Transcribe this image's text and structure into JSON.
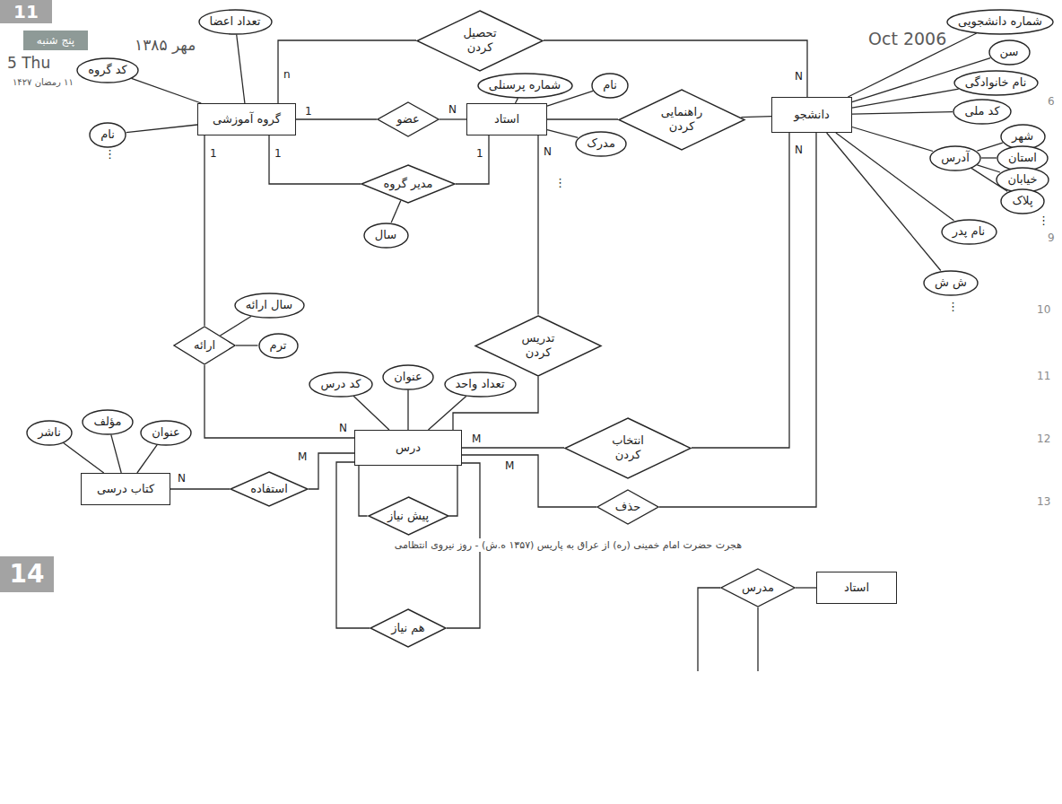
{
  "diagram": {
    "nodes": [
      {
        "text": [
          "گروه آموزشی"
        ]
      },
      {
        "text": [
          "تعداد اعضا"
        ]
      },
      {
        "text": [
          "کد گروه"
        ]
      },
      {
        "text": [
          "نام"
        ]
      },
      {
        "text": [
          "تحصیل کردن"
        ]
      },
      {
        "text": [
          "عضو"
        ]
      },
      {
        "text": [
          "استاد"
        ]
      },
      {
        "text": [
          "شماره پرسنلی"
        ]
      },
      {
        "text": [
          "نام"
        ]
      },
      {
        "text": [
          "مدرک"
        ]
      },
      {
        "text": [
          "راهنمایی کردن"
        ]
      },
      {
        "text": [
          "دانشجو"
        ]
      },
      {
        "text": [
          "شماره دانشجویی"
        ]
      },
      {
        "text": [
          "سن"
        ]
      },
      {
        "text": [
          "نام خانوادگی"
        ]
      },
      {
        "text": [
          "کد ملی"
        ]
      },
      {
        "text": [
          "آدرس"
        ]
      },
      {
        "text": [
          "شهر"
        ]
      },
      {
        "text": [
          "استان"
        ]
      },
      {
        "text": [
          "خیابان"
        ]
      },
      {
        "text": [
          "پلاک"
        ]
      },
      {
        "text": [
          "نام پدر"
        ]
      },
      {
        "text": [
          "ش ش"
        ]
      },
      {
        "text": [
          "مدیر گروه"
        ]
      },
      {
        "text": [
          "سال"
        ]
      },
      {
        "text": [
          "ارائه"
        ]
      },
      {
        "text": [
          "سال ارائه"
        ]
      },
      {
        "text": [
          "ترم"
        ]
      },
      {
        "text": [
          "تدریس کردن"
        ]
      },
      {
        "text": [
          "درس"
        ]
      },
      {
        "text": [
          "کد درس"
        ]
      },
      {
        "text": [
          "عنوان"
        ]
      },
      {
        "text": [
          "تعداد واحد"
        ]
      },
      {
        "text": [
          "کتاب درسی"
        ]
      },
      {
        "text": [
          "ناشر"
        ]
      },
      {
        "text": [
          "مؤلف"
        ]
      },
      {
        "text": [
          "عنوان"
        ]
      },
      {
        "text": [
          "استفاده"
        ]
      },
      {
        "text": [
          "انتخاب کردن"
        ]
      },
      {
        "text": [
          "حذف"
        ]
      },
      {
        "text": [
          "پیش نیاز"
        ]
      },
      {
        "text": [
          "هم نیاز"
        ]
      },
      {
        "text": [
          "مدرس"
        ]
      },
      {
        "text": [
          "استاد"
        ]
      }
    ],
    "edges": [
      {
        "from": 0,
        "to": 1,
        "arrow": "none"
      },
      {
        "from": 0,
        "to": 2,
        "arrow": "none"
      },
      {
        "from": 0,
        "to": 3,
        "arrow": "none"
      },
      {
        "from": 0,
        "to": 4,
        "arrow": "none"
      },
      {
        "from": 4,
        "to": 11,
        "arrow": "none"
      },
      {
        "from": 0,
        "to": 5,
        "arrow": "none"
      },
      {
        "from": 5,
        "to": 6,
        "arrow": "none"
      },
      {
        "from": 6,
        "to": 7,
        "arrow": "none"
      },
      {
        "from": 6,
        "to": 8,
        "arrow": "none"
      },
      {
        "from": 6,
        "to": 9,
        "arrow": "none"
      },
      {
        "from": 6,
        "to": 10,
        "arrow": "none"
      },
      {
        "from": 10,
        "to": 11,
        "arrow": "none"
      },
      {
        "from": 11,
        "to": 12,
        "arrow": "none"
      },
      {
        "from": 11,
        "to": 13,
        "arrow": "none"
      },
      {
        "from": 11,
        "to": 14,
        "arrow": "none"
      },
      {
        "from": 11,
        "to": 15,
        "arrow": "none"
      },
      {
        "from": 11,
        "to": 16,
        "arrow": "none"
      },
      {
        "from": 16,
        "to": 17,
        "arrow": "none"
      },
      {
        "from": 16,
        "to": 18,
        "arrow": "none"
      },
      {
        "from": 16,
        "to": 19,
        "arrow": "none"
      },
      {
        "from": 16,
        "to": 20,
        "arrow": "none"
      },
      {
        "from": 11,
        "to": 21,
        "arrow": "none"
      },
      {
        "from": 11,
        "to": 22,
        "arrow": "none"
      },
      {
        "from": 0,
        "to": 23,
        "arrow": "none"
      },
      {
        "from": 6,
        "to": 23,
        "arrow": "none"
      },
      {
        "from": 23,
        "to": 24,
        "arrow": "none"
      },
      {
        "from": 0,
        "to": 25,
        "arrow": "none"
      },
      {
        "from": 25,
        "to": 29,
        "arrow": "none"
      },
      {
        "from": 25,
        "to": 26,
        "arrow": "none"
      },
      {
        "from": 25,
        "to": 27,
        "arrow": "none"
      },
      {
        "from": 6,
        "to": 28,
        "arrow": "none"
      },
      {
        "from": 28,
        "to": 29,
        "arrow": "none"
      },
      {
        "from": 29,
        "to": 30,
        "arrow": "none"
      },
      {
        "from": 29,
        "to": 31,
        "arrow": "none"
      },
      {
        "from": 29,
        "to": 32,
        "arrow": "none"
      },
      {
        "from": 33,
        "to": 34,
        "arrow": "none"
      },
      {
        "from": 33,
        "to": 35,
        "arrow": "none"
      },
      {
        "from": 33,
        "to": 36,
        "arrow": "none"
      },
      {
        "from": 29,
        "to": 37,
        "arrow": "none"
      },
      {
        "from": 37,
        "to": 33,
        "arrow": "none"
      },
      {
        "from": 29,
        "to": 38,
        "arrow": "none"
      },
      {
        "from": 11,
        "to": 38,
        "arrow": "none"
      },
      {
        "from": 29,
        "to": 39,
        "arrow": "none"
      },
      {
        "from": 11,
        "to": 39,
        "arrow": "none"
      },
      {
        "from": 29,
        "to": 40,
        "arrow": "none"
      },
      {
        "from": 29,
        "to": 40,
        "arrow": "none"
      },
      {
        "from": 29,
        "to": 41,
        "arrow": "none"
      },
      {
        "from": 29,
        "to": 41,
        "arrow": "none"
      },
      {
        "from": 42,
        "to": 43,
        "arrow": "none"
      }
    ],
    "labels": [
      "11",
      "پنج شنبه",
      "مهر ۱۳۸۵",
      "Oct 2006",
      "5 Thu",
      "۱۱ رمضان ۱۴۲۷",
      "6",
      "9",
      "10",
      "11",
      "12",
      "13",
      "هجرت حضرت امام خمینی (ره) از عراق به پاریس (۱۳۵۷ ه.ش) - روز نیروی انتظامی",
      "14",
      "⋮",
      "⋮",
      "⋮",
      "⋮",
      "n",
      "N",
      "1",
      "N",
      "1",
      "1",
      "1",
      "N",
      "N",
      "N",
      "M",
      "M",
      "M",
      "N"
    ]
  }
}
